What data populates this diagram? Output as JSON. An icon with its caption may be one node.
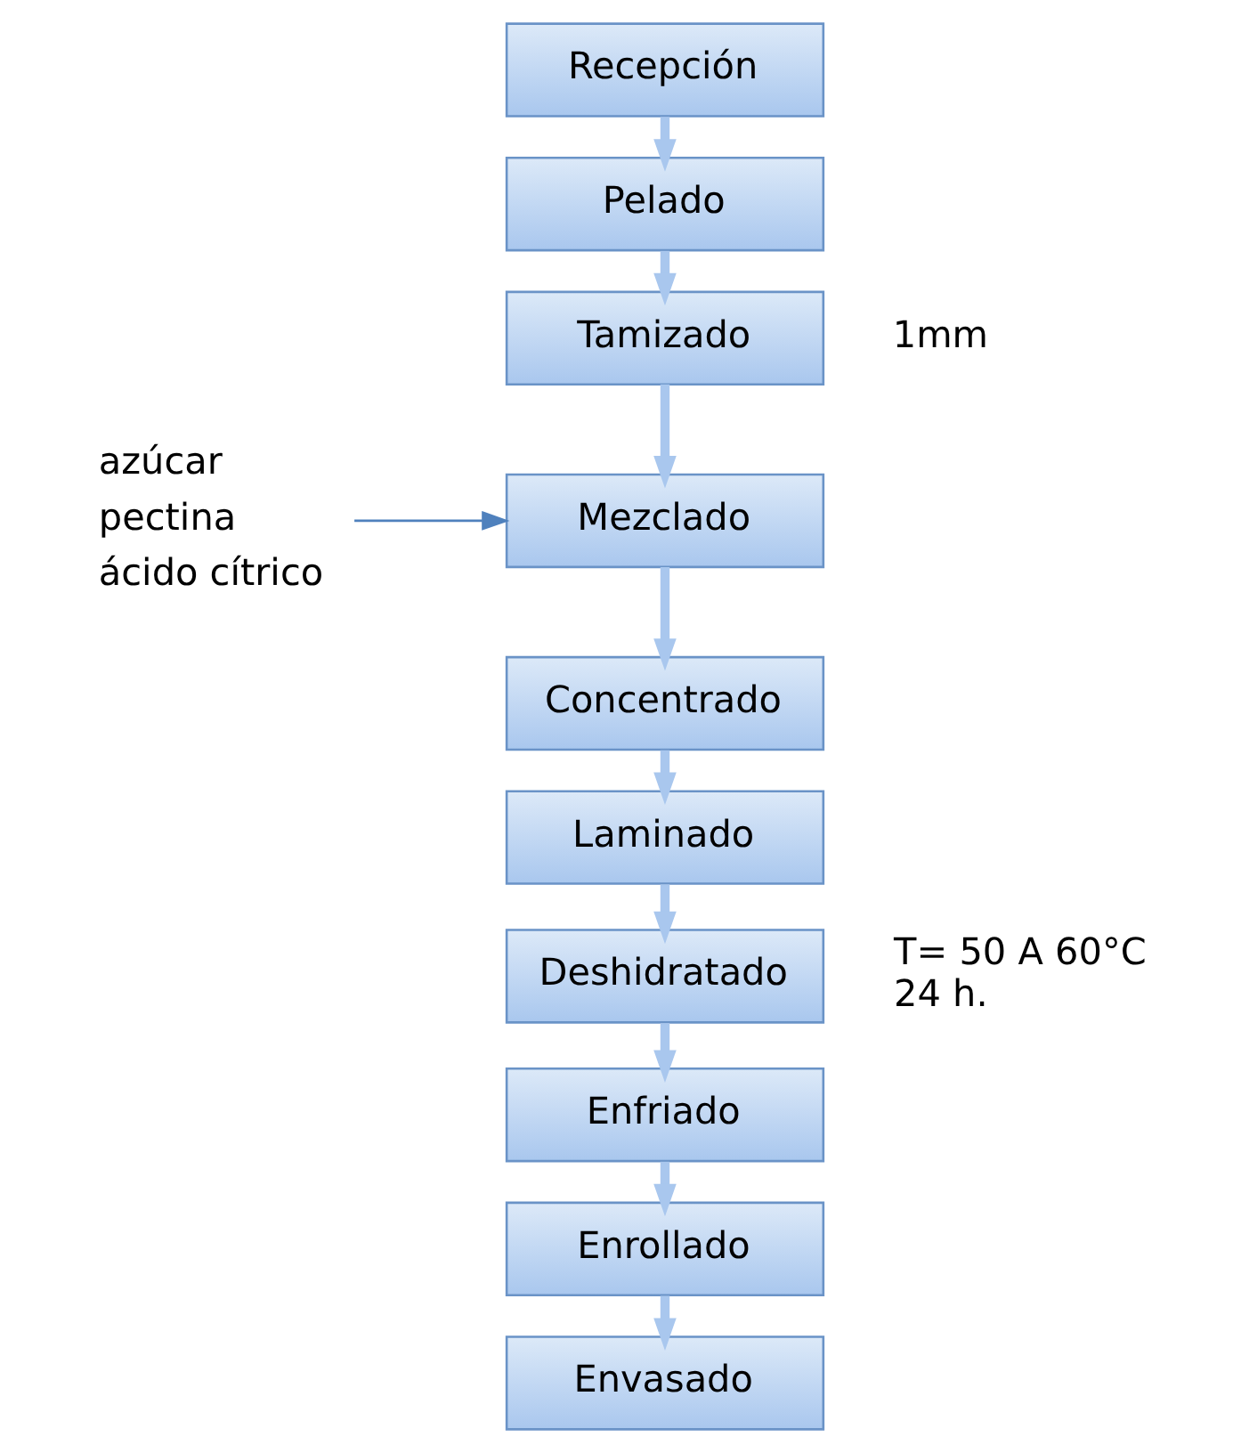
{
  "diagram": {
    "nodes": [
      {
        "text": [
          "Recepción"
        ]
      },
      {
        "text": [
          "Pelado"
        ]
      },
      {
        "text": [
          "Tamizado"
        ],
        "beside": [
          "1mm"
        ]
      },
      {
        "text": [
          "Mezclado"
        ]
      },
      {
        "text": [
          "Concentrado"
        ]
      },
      {
        "text": [
          "Laminado"
        ]
      },
      {
        "text": [
          "Deshidratado"
        ],
        "beside": [
          "T= 50 A 60°C",
          "24 h."
        ]
      },
      {
        "text": [
          "Enfriado"
        ]
      },
      {
        "text": [
          "Enrollado"
        ]
      },
      {
        "text": [
          "Envasado"
        ]
      },
      {
        "text": [
          "azúcar",
          "pectina",
          "ácido cítrico"
        ]
      }
    ],
    "edges": [
      {
        "from": 0,
        "to": 1,
        "arrow": "to"
      },
      {
        "from": 1,
        "to": 2,
        "arrow": "to"
      },
      {
        "from": 2,
        "to": 3,
        "arrow": "to"
      },
      {
        "from": 3,
        "to": 4,
        "arrow": "to"
      },
      {
        "from": 4,
        "to": 5,
        "arrow": "to"
      },
      {
        "from": 5,
        "to": 6,
        "arrow": "to"
      },
      {
        "from": 6,
        "to": 7,
        "arrow": "to"
      },
      {
        "from": 7,
        "to": 8,
        "arrow": "to"
      },
      {
        "from": 8,
        "to": 9,
        "arrow": "to"
      },
      {
        "from": 10,
        "to": 3,
        "arrow": "to",
        "color": "#4f81bd"
      }
    ]
  }
}
